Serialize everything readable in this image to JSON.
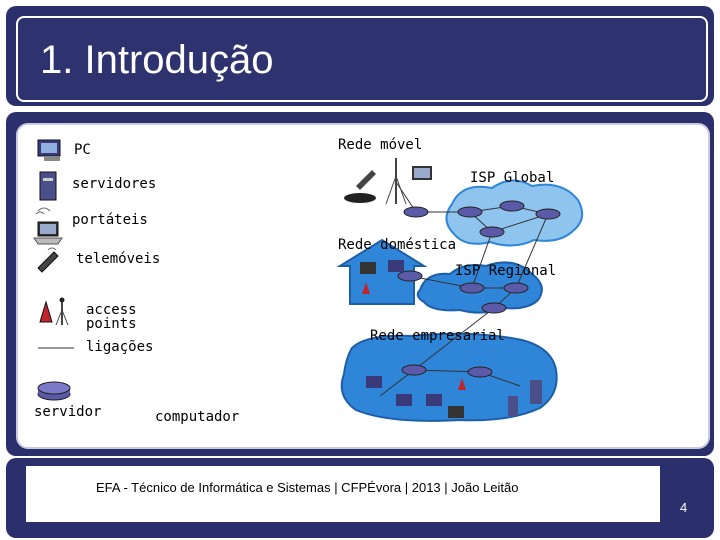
{
  "slide": {
    "title": "1. Introdução",
    "footer": "EFA - Técnico de Informática e Sistemas | CFPÉvora | 2013 | João Leitão",
    "page_number": "4"
  },
  "legend": {
    "pc": "PC",
    "servers": "servidores",
    "laptops": "portáteis",
    "phones": "telemóveis",
    "access_points_line1": "access",
    "access_points_line2": "points",
    "links": "ligações",
    "router": "servidor",
    "computer": "computador"
  },
  "network": {
    "mobile_net": "Rede móvel",
    "global_isp": "ISP Global",
    "home_net": "Rede doméstica",
    "regional_isp": "ISP Regional",
    "enterprise_net": "Rede empresarial"
  },
  "colors": {
    "frame": "#2b2f6b",
    "cloud_blue": "#2f86d8",
    "cloud_light": "#8fc4ef",
    "router": "#5a5aa8"
  }
}
